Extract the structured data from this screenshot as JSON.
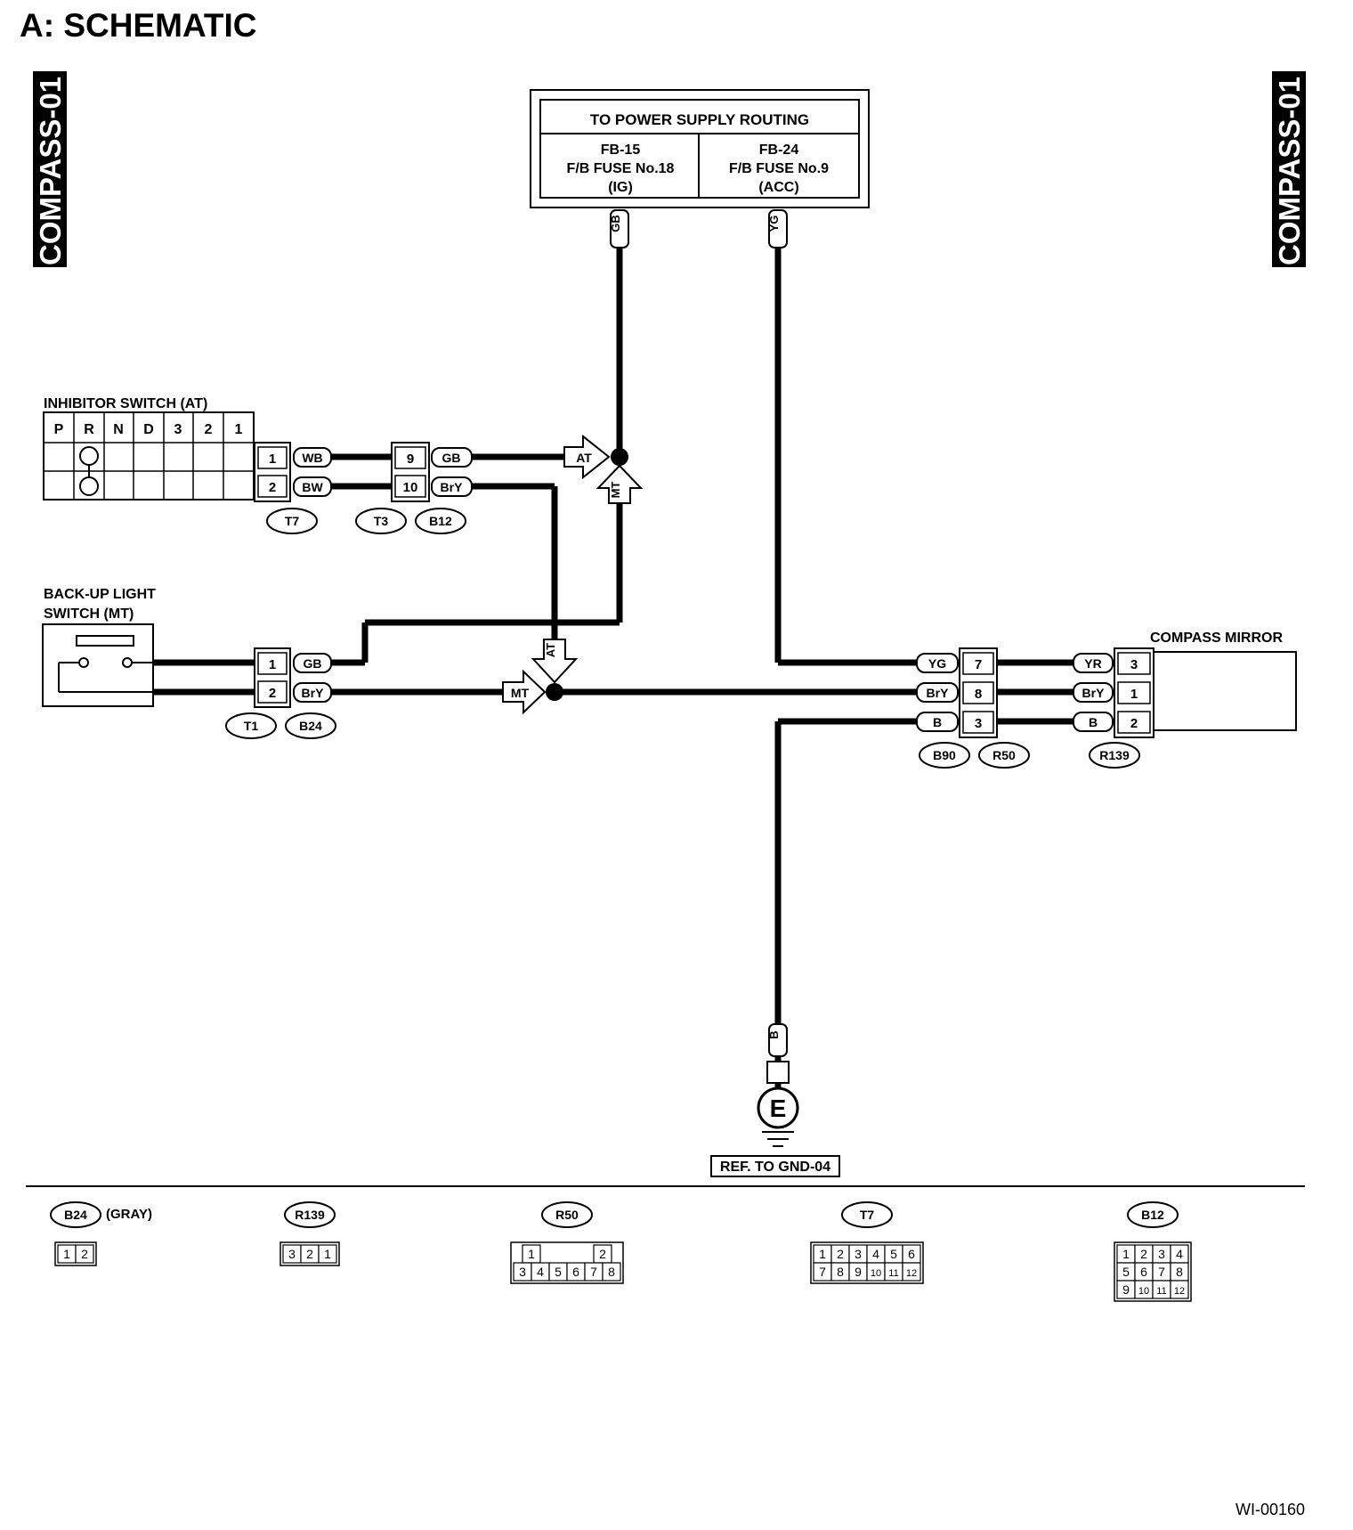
{
  "title": "A:  SCHEMATIC",
  "side_tag_left": "COMPASS-01",
  "side_tag_right": "COMPASS-01",
  "figure_id": "WI-00160",
  "power_box": {
    "header": "TO POWER SUPPLY ROUTING",
    "left": {
      "line1": "FB-15",
      "line2": "F/B FUSE No.18",
      "line3": "(IG)",
      "wire": "GB"
    },
    "right": {
      "line1": "FB-24",
      "line2": "F/B FUSE No.9",
      "line3": "(ACC)",
      "wire": "YG"
    }
  },
  "inhibitor_switch": {
    "label": "INHIBITOR SWITCH (AT)",
    "positions": [
      "P",
      "R",
      "N",
      "D",
      "3",
      "2",
      "1"
    ],
    "pins": [
      {
        "pin": "1",
        "wire": "WB"
      },
      {
        "pin": "2",
        "wire": "BW"
      }
    ],
    "connectors": [
      "T7",
      "T3",
      "B12"
    ],
    "mid_pins": [
      {
        "pin": "9",
        "wire": "GB"
      },
      {
        "pin": "10",
        "wire": "BrY"
      }
    ]
  },
  "backup_switch": {
    "label_line1": "BACK-UP LIGHT",
    "label_line2": "SWITCH (MT)",
    "pins": [
      {
        "pin": "1",
        "wire": "GB"
      },
      {
        "pin": "2",
        "wire": "BrY"
      }
    ],
    "connectors": [
      "T1",
      "B24"
    ]
  },
  "junction_tags": {
    "at_top": "AT",
    "mt_top": "MT",
    "at_bottom": "AT",
    "mt_bottom": "MT"
  },
  "compass_mirror": {
    "label": "COMPASS MIRROR",
    "left_wires": [
      "YG",
      "BrY",
      "B"
    ],
    "mid_pins": [
      "7",
      "8",
      "3"
    ],
    "right_wires": [
      "YR",
      "BrY",
      "B"
    ],
    "mirror_pins": [
      "3",
      "1",
      "2"
    ],
    "connectors_mid": [
      "B90",
      "R50"
    ],
    "connector_right": "R139"
  },
  "ground": {
    "wire": "B",
    "symbol": "E",
    "ref": "REF. TO GND-04"
  },
  "connector_views": [
    {
      "name": "B24",
      "note": "(GRAY)",
      "rows": [
        [
          "1",
          "2"
        ]
      ]
    },
    {
      "name": "R139",
      "note": "",
      "rows": [
        [
          "3",
          "2",
          "1"
        ]
      ]
    },
    {
      "name": "R50",
      "note": "",
      "rows": [
        [
          "1",
          "",
          "",
          "",
          "2"
        ],
        [
          "3",
          "4",
          "5",
          "6",
          "7",
          "8"
        ]
      ]
    },
    {
      "name": "T7",
      "note": "",
      "rows": [
        [
          "1",
          "2",
          "3",
          "4",
          "5",
          "6"
        ],
        [
          "7",
          "8",
          "9",
          "10",
          "11",
          "12"
        ]
      ]
    },
    {
      "name": "B12",
      "note": "",
      "rows": [
        [
          "1",
          "2",
          "3",
          "4"
        ],
        [
          "5",
          "6",
          "7",
          "8"
        ],
        [
          "9",
          "10",
          "11",
          "12"
        ]
      ]
    }
  ]
}
